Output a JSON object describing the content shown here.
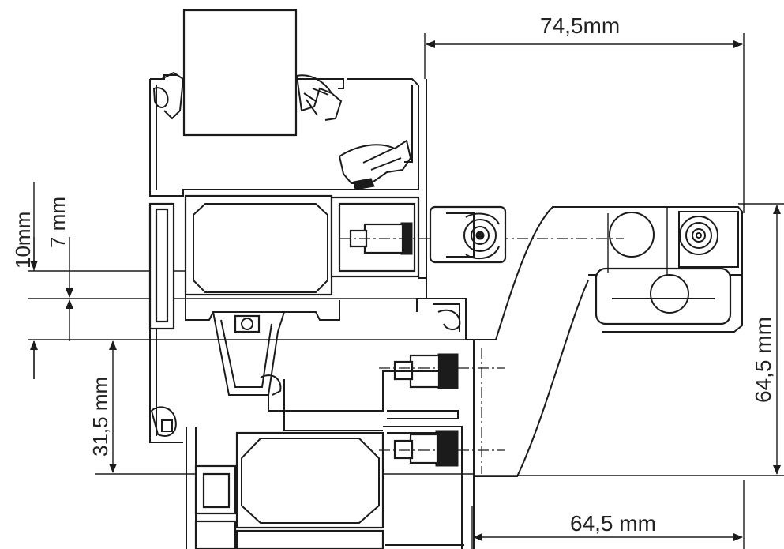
{
  "dimensions": {
    "top_width": "74,5mm",
    "bottom_width": "64,5 mm",
    "right_height": "64,5 mm",
    "left_10": "10mm",
    "left_7": "7 mm",
    "left_31": "31,5 mm"
  },
  "colors": {
    "line": "#1b1b1b",
    "background": "#ffffff"
  }
}
